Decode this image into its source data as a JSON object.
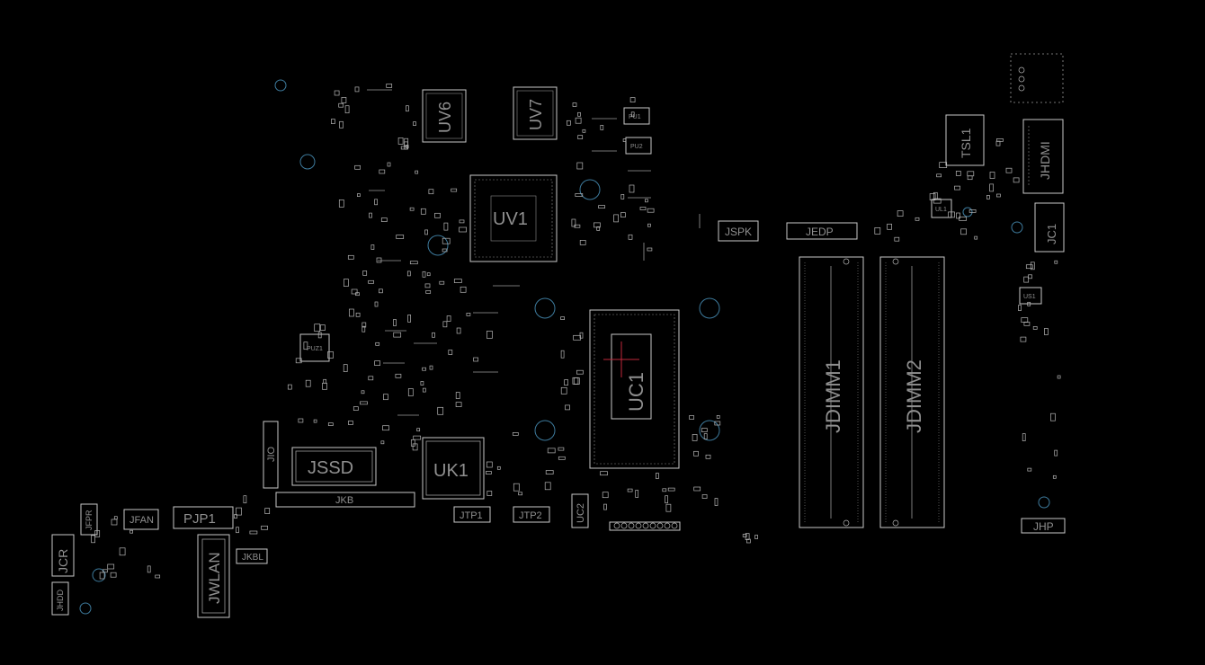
{
  "view": {
    "background": "#000000",
    "outline_color": "#c8c8c8",
    "label_color": "#8f8f8f",
    "hole_color": "#3d7a9c",
    "marker_color": "#c0283a"
  },
  "components": {
    "uv6": "UV6",
    "uv7": "UV7",
    "uv1": "UV1",
    "uc1": "UC1",
    "uk1": "UK1",
    "jssd": "JSSD",
    "jkb": "JKB",
    "jio": "JIO",
    "jtp1": "JTP1",
    "jtp2": "JTP2",
    "uc2": "UC2",
    "jspk": "JSPK",
    "jedp": "JEDP",
    "jdimm1": "JDIMM1",
    "jdimm2": "JDIMM2",
    "tsl1": "TSL1",
    "jhdmi": "JHDMI",
    "jc1": "JC1",
    "jhp": "JHP",
    "jfpr": "JFPR",
    "jfan": "JFAN",
    "pjp1": "PJP1",
    "jcr": "JCR",
    "jhdd": "JHDD",
    "jwlan": "JWLAN",
    "jkbl": "JKBL",
    "puz1": "PUZ1",
    "pu1": "PU1",
    "pu2": "PU2",
    "ul1": "UL1",
    "us1": "US1"
  }
}
